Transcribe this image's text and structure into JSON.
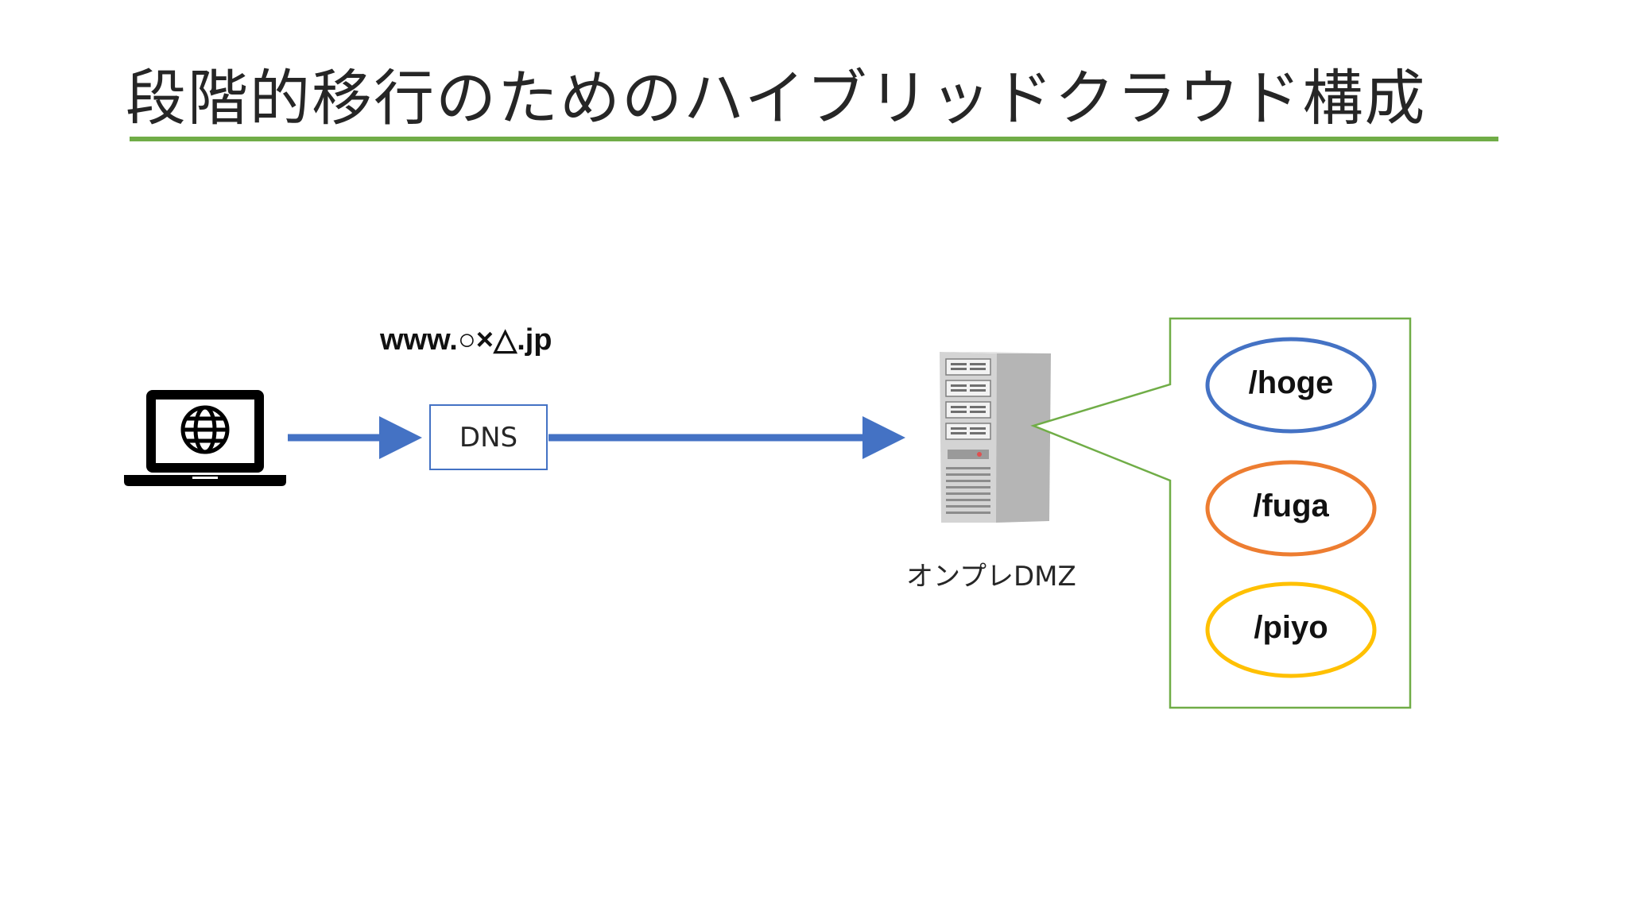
{
  "slide": {
    "title": "段階的移行のためのハイブリッドクラウド構成"
  },
  "diagram": {
    "domain_label": "www.○×△.jp",
    "dns_label": "DNS",
    "server_label": "オンプレDMZ",
    "paths": [
      {
        "label": "/hoge",
        "color": "#4472c4"
      },
      {
        "label": "/fuga",
        "color": "#ed7d31"
      },
      {
        "label": "/piyo",
        "color": "#ffc000"
      }
    ],
    "colors": {
      "accent_rule": "#70ad47",
      "arrow": "#4472c4",
      "callout_border": "#70ad47"
    },
    "icons": [
      "laptop-globe-icon",
      "server-tower-icon"
    ]
  }
}
